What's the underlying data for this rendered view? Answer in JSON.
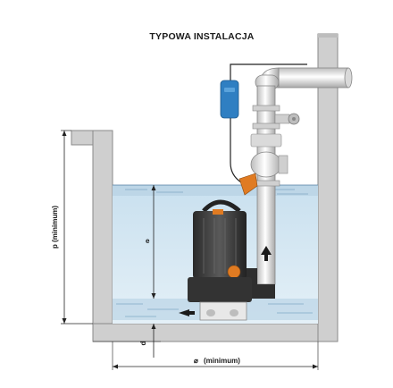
{
  "diagram": {
    "title": "TYPOWA INSTALACJA",
    "labels": {
      "p": "p (minimum)",
      "e": "e",
      "d": "d",
      "diameter": "(minimum)",
      "diameter_symbol": "⌀"
    },
    "colors": {
      "wall": "#cfcfcf",
      "wall_edge": "#8a8a8a",
      "water": "#dcecf5",
      "water_top": "#b8d4e6",
      "pipe": "#eeeeee",
      "pump_body": "#3a3a3a",
      "accent_orange": "#e07b22",
      "switch_blue": "#2f7fc2"
    }
  }
}
